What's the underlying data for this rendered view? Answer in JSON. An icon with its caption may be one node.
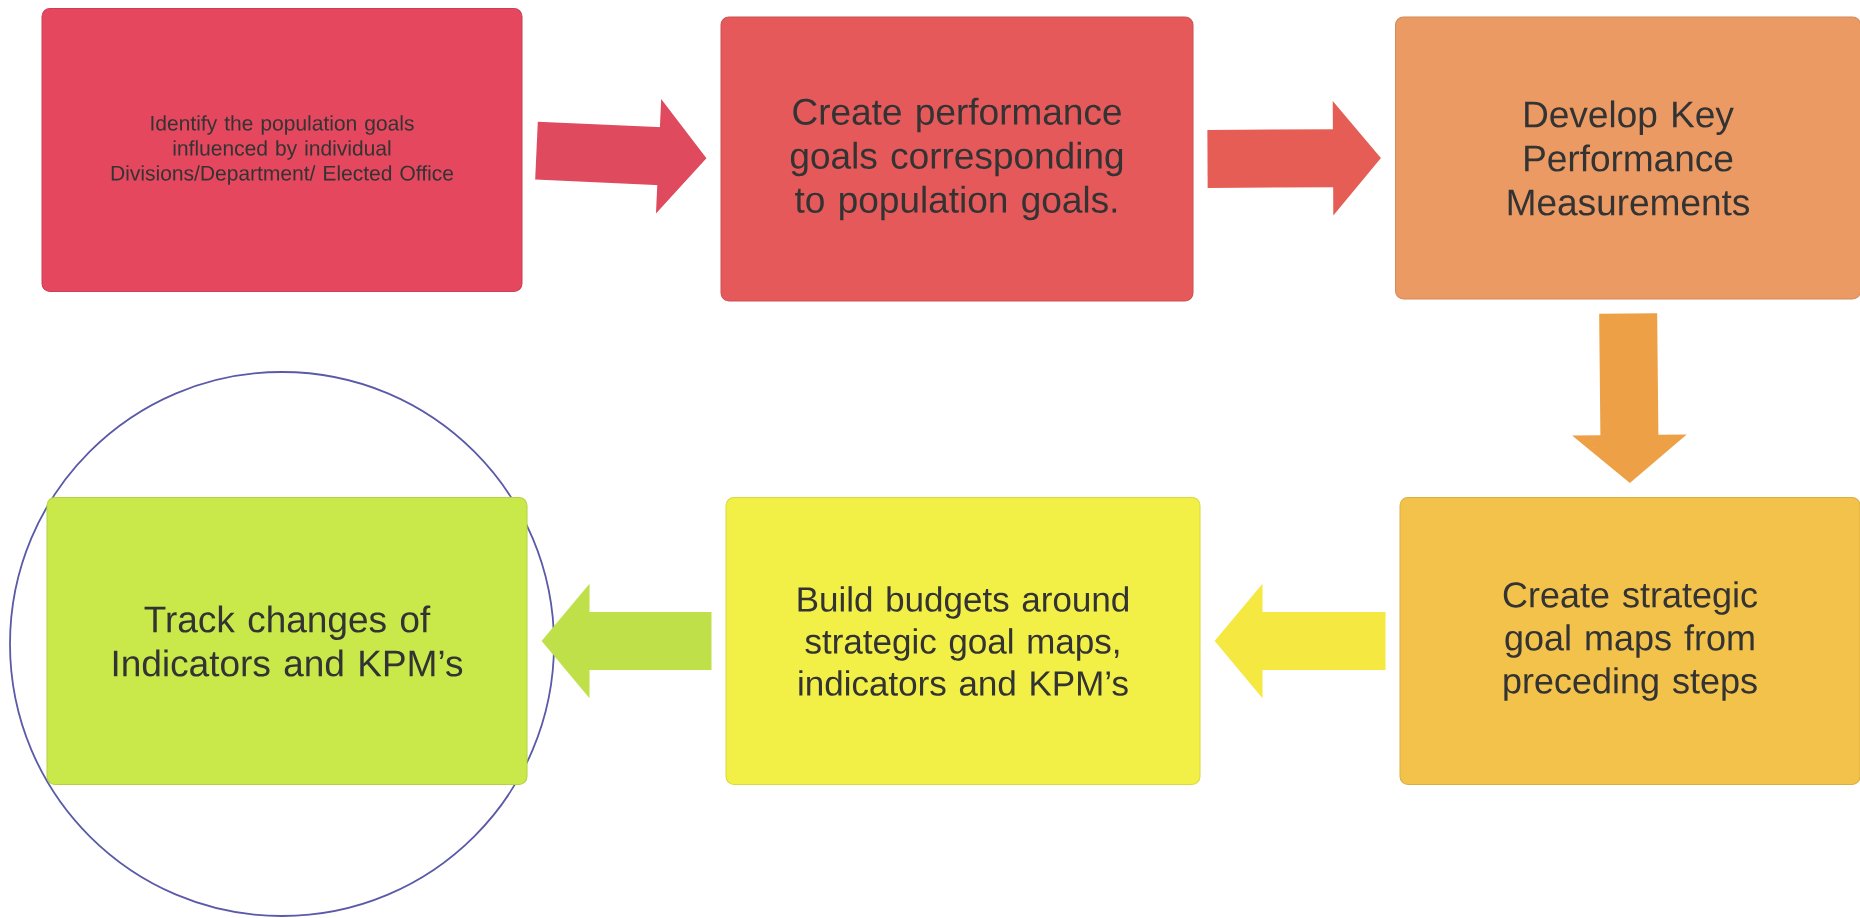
{
  "diagram": {
    "nodes": [
      {
        "text": [
          "Identify the population goals influenced by individual Divisions/Department/ Elected Office"
        ]
      },
      {
        "text": [
          "Create performance goals corresponding to population goals."
        ]
      },
      {
        "text": [
          "Develop Key Performance Measurements"
        ]
      },
      {
        "text": [
          "Create strategic goal maps from preceding steps"
        ]
      },
      {
        "text": [
          "Build budgets around strategic goal maps, indicators and KPM’s"
        ]
      },
      {
        "text": [],
        "shape": "circle"
      },
      {
        "text": [
          "Track changes of Indicators and KPM’s"
        ],
        "in": 5
      }
    ],
    "edges": [
      {
        "from": 0,
        "to": 1,
        "arrow": "to",
        "color": "#e04a5e"
      },
      {
        "from": 1,
        "to": 2,
        "arrow": "to",
        "color": "#e55d55"
      },
      {
        "from": 2,
        "to": 3,
        "arrow": "to",
        "color": "#eda046"
      },
      {
        "from": 3,
        "to": 4,
        "arrow": "to",
        "color": "#f5e840"
      },
      {
        "from": 4,
        "to": 6,
        "arrow": "to",
        "color": "#c0e04a"
      }
    ]
  }
}
